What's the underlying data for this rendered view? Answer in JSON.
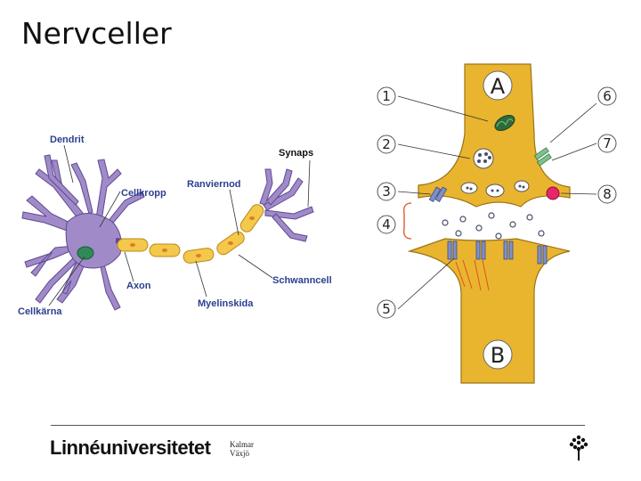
{
  "slide": {
    "title": "Nervceller"
  },
  "neuron_labels": {
    "dendrit": "Dendrit",
    "cellkropp": "Cellkropp",
    "ranviernod": "Ranviernod",
    "synaps": "Synaps",
    "axon": "Axon",
    "schwanncell": "Schwanncell",
    "myelinskida": "Myelinskida",
    "cellkarna": "Cellkärna"
  },
  "synapse": {
    "top_letter": "A",
    "bottom_letter": "B",
    "markers": [
      "1",
      "2",
      "3",
      "4",
      "5",
      "6",
      "7",
      "8"
    ]
  },
  "footer": {
    "logo_text": "Linnéuniversitetet",
    "city_1": "Kalmar",
    "city_2": "Växjö"
  },
  "colors": {
    "neuron_body": "#a08ac8",
    "myelin": "#f4c84a",
    "synapse_fill": "#e9b52f",
    "label_blue": "#2a3f8f"
  }
}
